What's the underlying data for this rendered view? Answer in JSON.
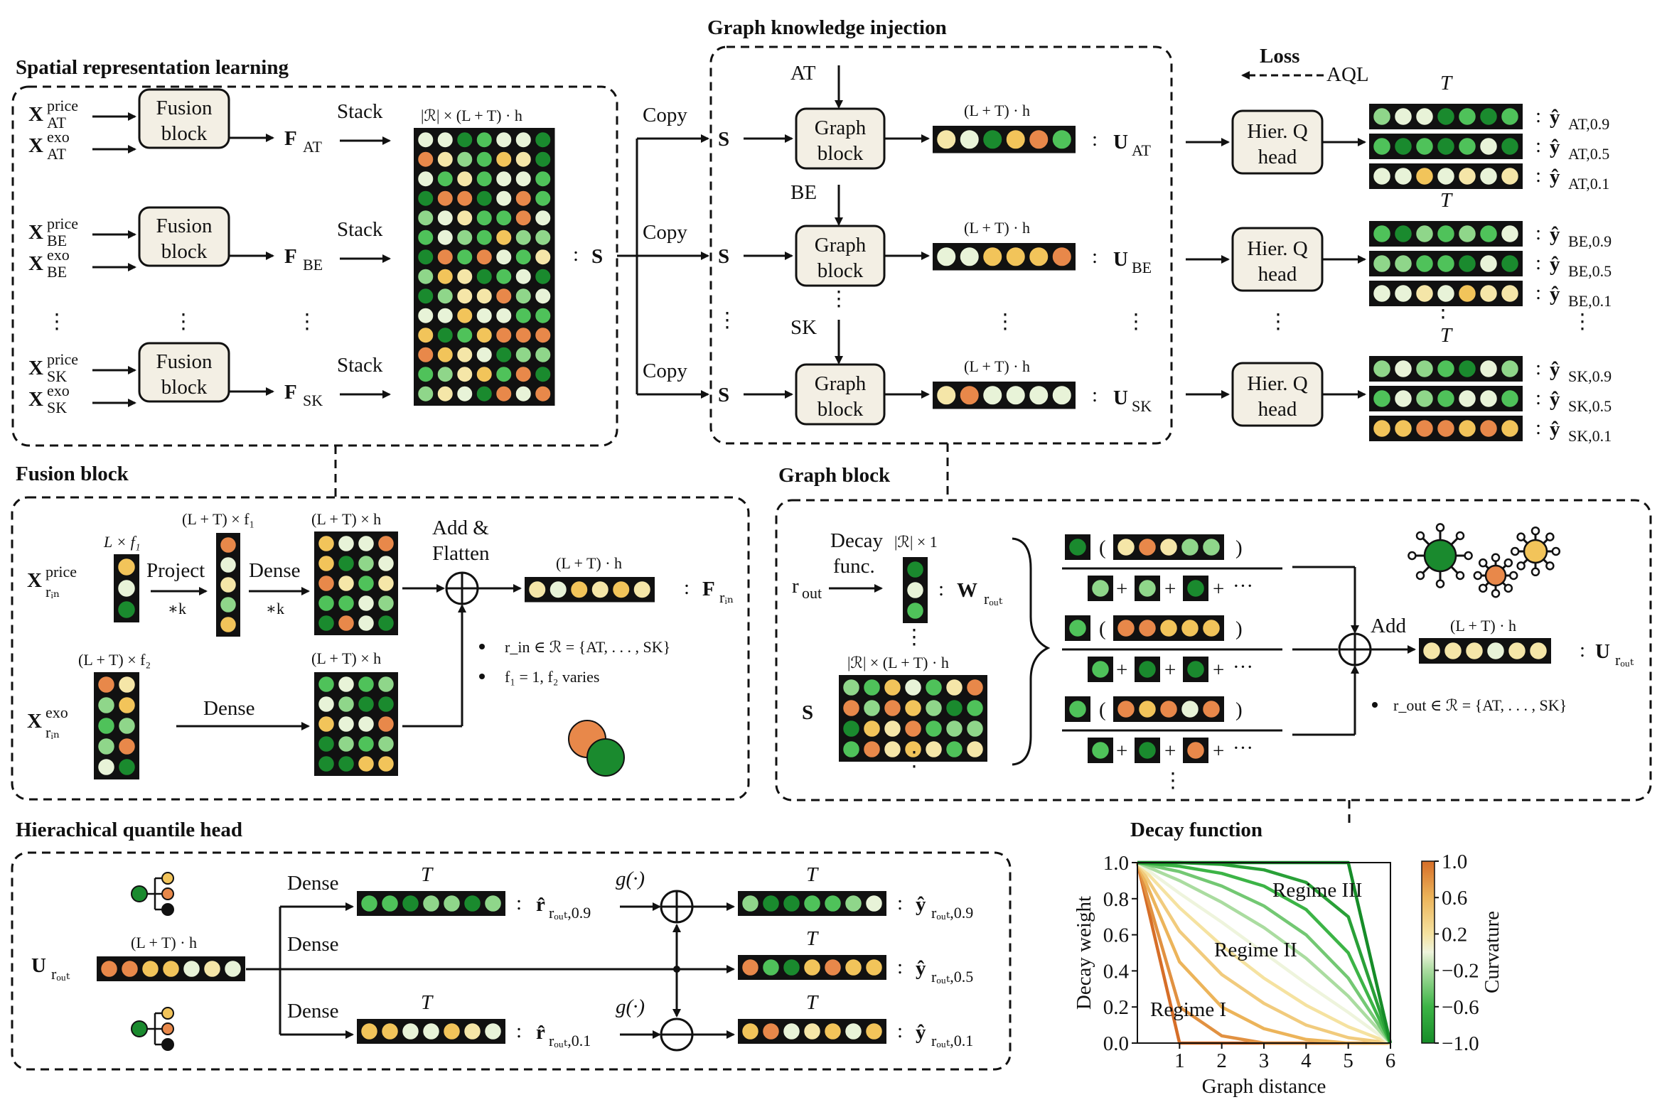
{
  "sections": {
    "spatial": "Spatial representation learning",
    "graph_injection": "Graph knowledge injection",
    "fusion": "Fusion block",
    "graph_block": "Graph block",
    "hier": "Hierachical quantile head",
    "decay": "Decay function"
  },
  "loss": {
    "title": "Loss",
    "label": "AQL"
  },
  "regions": [
    "AT",
    "BE",
    "SK"
  ],
  "spatial_block": {
    "fusion_label_1": "Fusion",
    "fusion_label_2": "block",
    "stack": "Stack",
    "x_price": "X",
    "price_sup": "price",
    "exo_sup": "exo",
    "F": "F",
    "matrix_dim": "|ℛ| × (L + T) · h",
    "S": "S",
    "colon": ":"
  },
  "injection_block": {
    "copy": "Copy",
    "S": "S",
    "graph_1": "Graph",
    "graph_2": "block",
    "vec_dim": "(L + T) · h",
    "U": "U",
    "colon": ":"
  },
  "head_block": {
    "hier_1": "Hier. Q",
    "hier_2": "head",
    "tau": "T",
    "y": "ŷ",
    "quantiles": [
      "0.9",
      "0.5",
      "0.1"
    ]
  },
  "fusion_detail": {
    "dim_lf1": "L × f₁",
    "project": "Project",
    "star_k": "∗k",
    "dim_ltf1": "(L + T) × f₁",
    "dense": "Dense",
    "dim_lth": "(L + T) × h",
    "add": "Add &",
    "flatten": "Flatten",
    "vec_dim": "(L + T) · h",
    "F_rin": "F",
    "sub_rin": "r_in",
    "dim_ltf2": "(L + T) × f₂",
    "bullet1": "r_in ∈ ℛ = {AT, . . . , SK}",
    "bullet2": "f₁ = 1, f₂ varies"
  },
  "graph_detail": {
    "decay_1": "Decay",
    "decay_2": "func.",
    "dim_r1": "|ℛ| × 1",
    "r_out": "r_out",
    "W": "W",
    "dim_S": "|ℛ| × (L + T) · h",
    "S": "S",
    "add": "Add",
    "vec_dim": "(L + T) · h",
    "U": "U",
    "plus": "+",
    "dots": "···",
    "bullet": "r_out ∈ ℛ = {AT, . . . , SK}"
  },
  "hier_detail": {
    "U": "U",
    "vec_dim": "(L + T) · h",
    "dense": "Dense",
    "tau": "T",
    "r_hat": "r̂",
    "g": "g(·)",
    "y_hat": "ŷ",
    "q_09": "0.9",
    "q_05": "0.5",
    "q_01": "0.1"
  },
  "chart_data": {
    "type": "line",
    "title": "",
    "xlabel": "Graph distance",
    "ylabel": "Decay weight",
    "xlim": [
      0,
      6
    ],
    "ylim": [
      0,
      1
    ],
    "xticks": [
      1,
      2,
      3,
      4,
      5,
      6
    ],
    "yticks": [
      0.0,
      0.2,
      0.4,
      0.6,
      0.8,
      1.0
    ],
    "colorbar": {
      "label": "Curvature",
      "ticks": [
        1.0,
        0.6,
        0.2,
        -0.2,
        -0.6,
        -1.0
      ]
    },
    "annotations": [
      "Regime I",
      "Regime II",
      "Regime III"
    ],
    "series": [
      {
        "curvature": 1.0,
        "x": [
          0,
          1,
          2,
          3,
          4,
          5,
          6
        ],
        "values": [
          1.0,
          0.0,
          0.0,
          0.0,
          0.0,
          0.0,
          0.0
        ]
      },
      {
        "curvature": 0.8,
        "x": [
          0,
          1,
          2,
          3,
          4,
          5,
          6
        ],
        "values": [
          1.0,
          0.2,
          0.04,
          0.0,
          0.0,
          0.0,
          0.0
        ]
      },
      {
        "curvature": 0.6,
        "x": [
          0,
          1,
          2,
          3,
          4,
          5,
          6
        ],
        "values": [
          1.0,
          0.45,
          0.2,
          0.08,
          0.02,
          0.0,
          0.0
        ]
      },
      {
        "curvature": 0.4,
        "x": [
          0,
          1,
          2,
          3,
          4,
          5,
          6
        ],
        "values": [
          1.0,
          0.62,
          0.38,
          0.22,
          0.1,
          0.03,
          0.0
        ]
      },
      {
        "curvature": 0.2,
        "x": [
          0,
          1,
          2,
          3,
          4,
          5,
          6
        ],
        "values": [
          1.0,
          0.75,
          0.54,
          0.36,
          0.21,
          0.09,
          0.0
        ]
      },
      {
        "curvature": 0.0,
        "x": [
          0,
          1,
          2,
          3,
          4,
          5,
          6
        ],
        "values": [
          1.0,
          0.83,
          0.67,
          0.5,
          0.33,
          0.17,
          0.0
        ]
      },
      {
        "curvature": -0.2,
        "x": [
          0,
          1,
          2,
          3,
          4,
          5,
          6
        ],
        "values": [
          1.0,
          0.9,
          0.78,
          0.64,
          0.47,
          0.26,
          0.0
        ]
      },
      {
        "curvature": -0.4,
        "x": [
          0,
          1,
          2,
          3,
          4,
          5,
          6
        ],
        "values": [
          1.0,
          0.95,
          0.87,
          0.76,
          0.6,
          0.36,
          0.0
        ]
      },
      {
        "curvature": -0.6,
        "x": [
          0,
          1,
          2,
          3,
          4,
          5,
          6
        ],
        "values": [
          1.0,
          0.98,
          0.94,
          0.87,
          0.74,
          0.5,
          0.0
        ]
      },
      {
        "curvature": -0.8,
        "x": [
          0,
          1,
          2,
          3,
          4,
          5,
          6
        ],
        "values": [
          1.0,
          1.0,
          0.99,
          0.96,
          0.89,
          0.7,
          0.0
        ]
      },
      {
        "curvature": -1.0,
        "x": [
          0,
          1,
          2,
          3,
          4,
          5,
          6
        ],
        "values": [
          1.0,
          1.0,
          1.0,
          1.0,
          1.0,
          1.0,
          0.0
        ]
      }
    ]
  },
  "colors": {
    "dark_green": "#1a8a2e",
    "mid_green": "#4fc25a",
    "light_green": "#8fd68a",
    "pale": "#e8f3d8",
    "cream": "#f5e6a8",
    "yellow": "#f2c45a",
    "orange": "#e8884a",
    "block_fill": "#f3efe4"
  }
}
